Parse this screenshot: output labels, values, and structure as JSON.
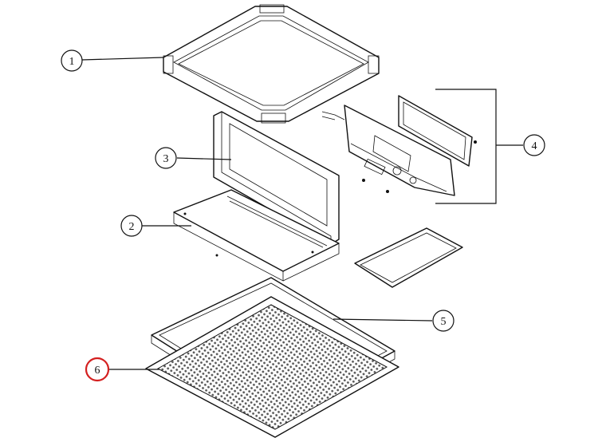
{
  "diagram": {
    "callouts": [
      {
        "id": "1",
        "label": "1"
      },
      {
        "id": "2",
        "label": "2"
      },
      {
        "id": "3",
        "label": "3"
      },
      {
        "id": "4",
        "label": "4"
      },
      {
        "id": "5",
        "label": "5"
      },
      {
        "id": "6",
        "label": "6",
        "highlighted": true
      }
    ],
    "colors": {
      "line": "#111111",
      "highlight": "#d42020",
      "mesh": "#555555",
      "background": "#ffffff"
    }
  }
}
